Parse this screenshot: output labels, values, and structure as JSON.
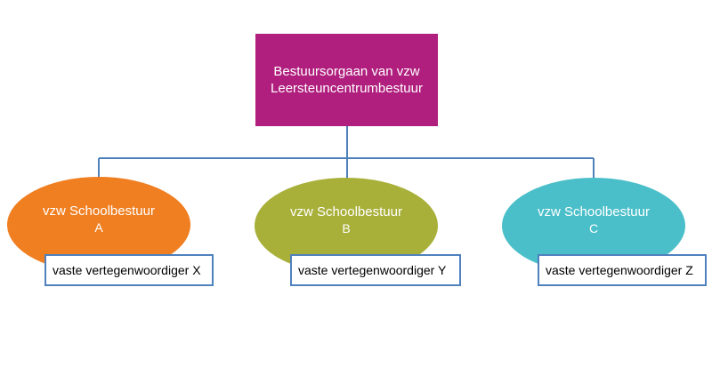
{
  "top": {
    "line1": "Bestuursorgaan van vzw",
    "line2": "Leersteuncentrumbestuur",
    "color": "#b01f7e"
  },
  "connector_color": "#4f81bd",
  "children": [
    {
      "line1": "vzw Schoolbestuur",
      "line2": "A",
      "color": "#f07f22",
      "rep": "vaste vertegenwoordiger X"
    },
    {
      "line1": "vzw Schoolbestuur",
      "line2": "B",
      "color": "#a8b03a",
      "rep": "vaste vertegenwoordiger Y"
    },
    {
      "line1": "vzw Schoolbestuur",
      "line2": "C",
      "color": "#4bbfc9",
      "rep": "vaste vertegenwoordiger Z"
    }
  ]
}
